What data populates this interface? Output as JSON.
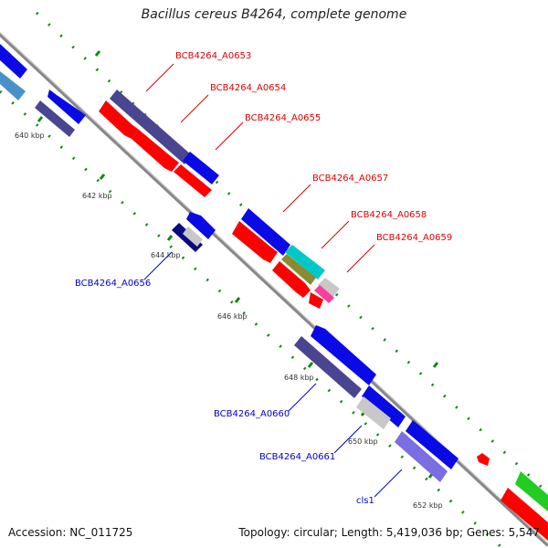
{
  "title": "Bacillus cereus B4264, complete genome",
  "footer": {
    "accession": "Accession: NC_011725",
    "topology": "Topology: circular; Length: 5,419,036 bp; Genes: 5,547"
  },
  "ticks": [
    "640 kbp",
    "642 kbp",
    "644 kbp",
    "646 kbp",
    "648 kbp",
    "650 kbp",
    "652 kbp"
  ],
  "gene_labels": [
    {
      "id": "a0653",
      "text": "BCB4264_A0653",
      "color": "#e00000"
    },
    {
      "id": "a0654",
      "text": "BCB4264_A0654",
      "color": "#e00000"
    },
    {
      "id": "a0655",
      "text": "BCB4264_A0655",
      "color": "#e00000"
    },
    {
      "id": "a0657",
      "text": "BCB4264_A0657",
      "color": "#e00000"
    },
    {
      "id": "a0658",
      "text": "BCB4264_A0658",
      "color": "#e00000"
    },
    {
      "id": "a0659",
      "text": "BCB4264_A0659",
      "color": "#e00000"
    },
    {
      "id": "a0656",
      "text": "BCB4264_A0656",
      "color": "#0000cc"
    },
    {
      "id": "a0660",
      "text": "BCB4264_A0660",
      "color": "#0000cc"
    },
    {
      "id": "a0661",
      "text": "BCB4264_A0661",
      "color": "#0000cc"
    },
    {
      "id": "cls1",
      "text": "cls1",
      "color": "#0000cc"
    }
  ],
  "colors": {
    "backbone": "#888888",
    "forward_blue": "#0a0ae6",
    "dark_slate": "#4a4590",
    "red": "#ff0000",
    "teal": "#00c8c8",
    "olive": "#8a8a30",
    "magenta": "#ff3c9a",
    "gray_light": "#c8c8c8",
    "periwinkle": "#7a6ee0",
    "green": "#22cc22",
    "steelblue": "#4a90c8",
    "tick_green": "#118811"
  }
}
